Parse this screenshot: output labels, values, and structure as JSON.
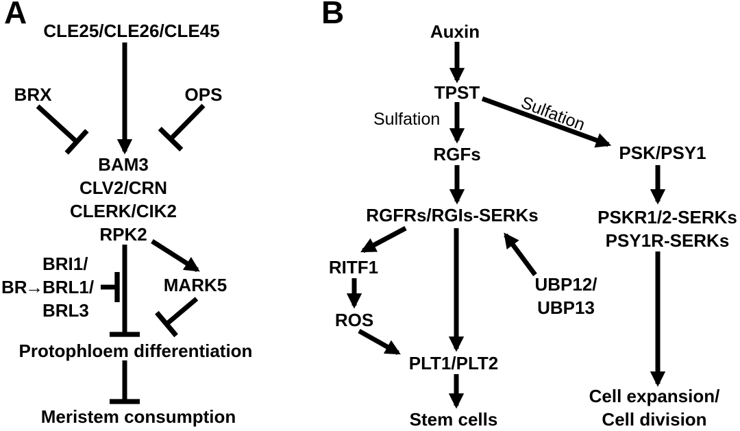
{
  "figure": {
    "background_color": "#ffffff",
    "ink_color": "#000000"
  },
  "panel_a": {
    "label": "A",
    "nodes": {
      "cle": "CLE25/CLE26/CLE45",
      "brx": "BRX",
      "ops": "OPS",
      "receptor_complex": [
        "BAM3",
        "CLV2/CRN",
        "CLERK/CIK2",
        "RPK2"
      ],
      "bri1": "BRI1/",
      "br": "BR",
      "brl1": "BRL1/",
      "brl3": "BRL3",
      "mark5": "MARK5",
      "protophloem": "Protophloem differentiation",
      "meristem": "Meristem consumption"
    },
    "icons": {
      "br_arrow_glyph": "→"
    }
  },
  "panel_b": {
    "label": "B",
    "nodes": {
      "auxin": "Auxin",
      "tpst": "TPST",
      "sulfation_left": "Sulfation",
      "sulfation_diagonal": "Sulfation",
      "rgfs": "RGFs",
      "psk": "PSK/PSY1",
      "rgfr_complex": "RGFRs/RGIs-SERKs",
      "pskr_complex": [
        "PSKR1/2-SERKs",
        "PSY1R-SERKs"
      ],
      "ritf1": "RITF1",
      "ros": "ROS",
      "ubp": [
        "UBP12/",
        "UBP13"
      ],
      "plt": "PLT1/PLT2",
      "stem_cells": "Stem cells",
      "cell_outcome": [
        "Cell expansion/",
        "Cell division"
      ]
    }
  }
}
